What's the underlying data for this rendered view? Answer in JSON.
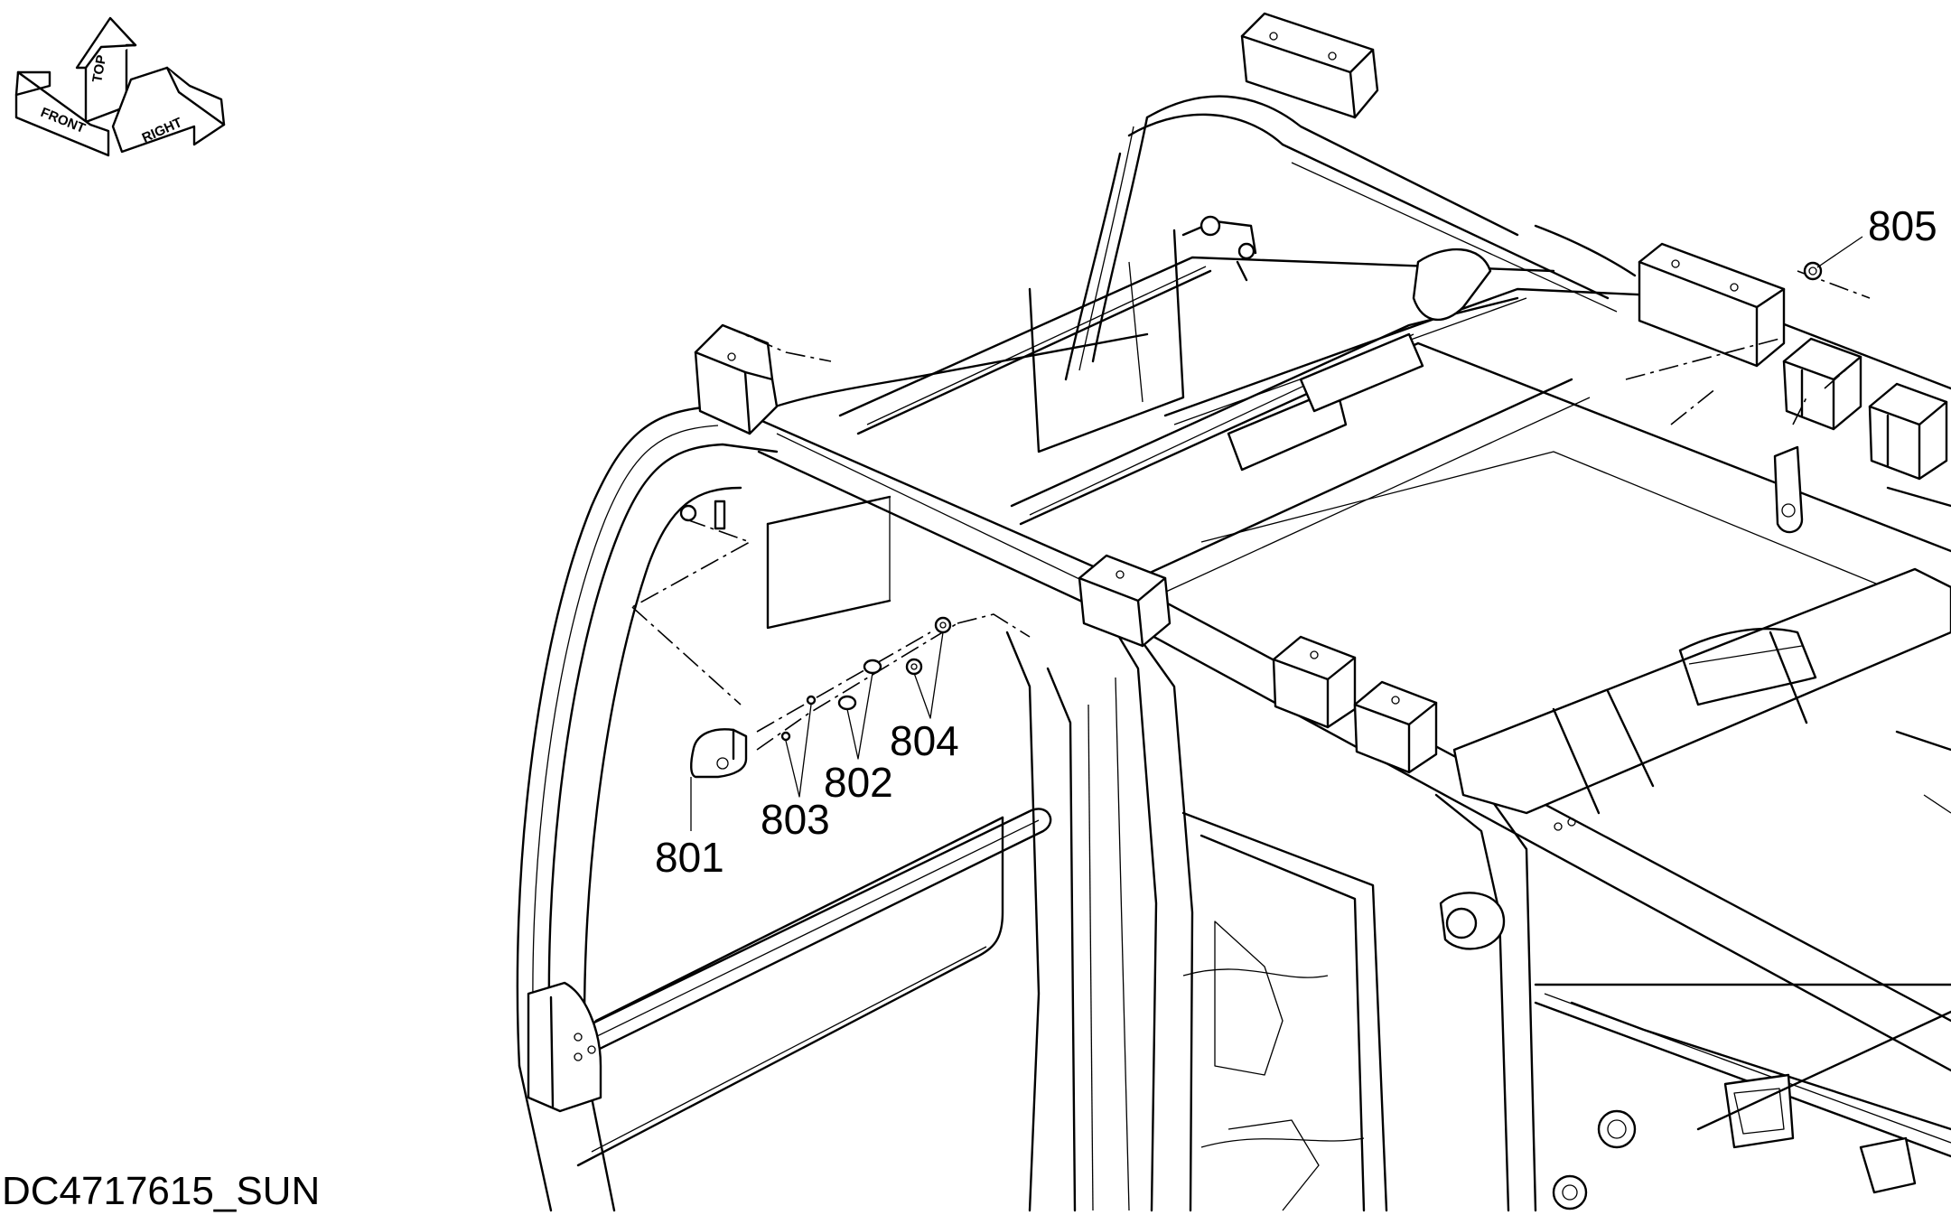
{
  "drawing": {
    "code": "DC4717615_SUN",
    "orientation_labels": {
      "top": "TOP",
      "front": "FRONT",
      "right": "RIGHT"
    },
    "callouts": [
      "801",
      "802",
      "803",
      "804",
      "805"
    ]
  }
}
